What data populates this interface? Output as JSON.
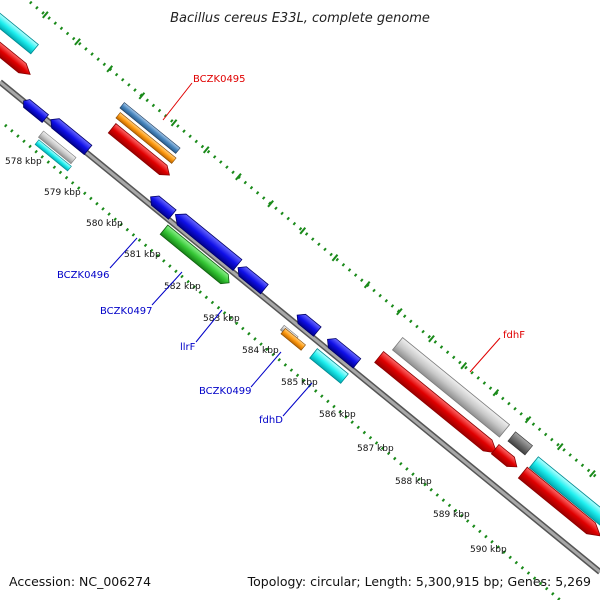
{
  "title": "Bacillus cereus E33L, complete genome",
  "footer": {
    "accession": "Accession: NC_006274",
    "topology": "Topology: circular; Length: 5,300,915 bp; Genes: 5,269"
  },
  "colors": {
    "backbone": "#8a8a8a",
    "tick_dots": "#1a8a1a",
    "label_forward": "#e00000",
    "label_reverse": "#0000c8"
  },
  "kbp_ticks": [
    "578 kbp",
    "579 kbp",
    "580 kbp",
    "581 kbp",
    "582 kbp",
    "583 kbp",
    "584 kbp",
    "585 kbp",
    "586 kbp",
    "587 kbp",
    "588 kbp",
    "589 kbp",
    "590 kbp"
  ],
  "gene_labels": [
    {
      "text": "BCZK0495",
      "strand": "forward"
    },
    {
      "text": "fdhF",
      "strand": "forward"
    },
    {
      "text": "BCZK0496",
      "strand": "reverse"
    },
    {
      "text": "BCZK0497",
      "strand": "reverse"
    },
    {
      "text": "llrF",
      "strand": "reverse"
    },
    {
      "text": "BCZK0499",
      "strand": "reverse"
    },
    {
      "text": "fdhD",
      "strand": "reverse"
    }
  ]
}
